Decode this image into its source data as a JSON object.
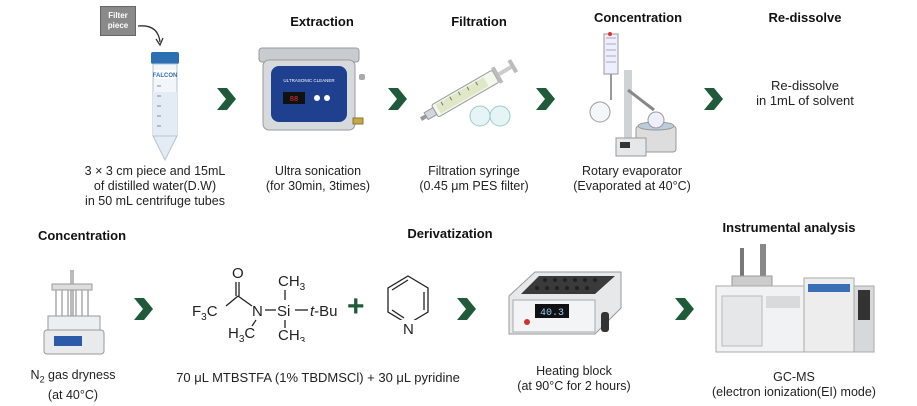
{
  "colors": {
    "arrow": "#1f5a3a",
    "plus": "#1f5a3a",
    "text": "#222222"
  },
  "filter_piece": {
    "label_line1": "Filter",
    "label_line2": "piece"
  },
  "row1": {
    "centrifuge_caption": [
      "3 × 3 cm piece and 15mL",
      "of distilled water(D.W)",
      "in 50 mL centrifuge tubes"
    ],
    "tube_brand": "FALCON",
    "extraction": {
      "title": "Extraction",
      "caption": [
        "Ultra sonication",
        "(for 30min, 3times)"
      ],
      "device_label": "ULTRASONIC CLEANER"
    },
    "filtration": {
      "title": "Filtration",
      "caption": [
        "Filtration syringe",
        "(0.45 μm PES filter)"
      ]
    },
    "concentration": {
      "title": "Concentration",
      "caption": [
        "Rotary evaporator",
        "(Evaporated at 40°C)"
      ]
    },
    "redissolve": {
      "title": "Re-dissolve",
      "caption": [
        "Re-dissolve",
        "in 1mL of solvent"
      ]
    }
  },
  "row2": {
    "concentration": {
      "title": "Concentration",
      "caption_line2": "(at 40°C)",
      "n2_main": "N",
      "n2_sub": "2",
      "n2_rest": " gas dryness"
    },
    "derivatization": {
      "title": "Derivatization",
      "caption": "70 μL MTBSTFA (1% TBDMSCl) + 30 μL pyridine",
      "reagent": {
        "o": "O",
        "f3c": "F",
        "f3c_sub": "3",
        "f3c_c": "C",
        "n": "N",
        "si": "Si",
        "ch3": "CH",
        "ch3_sub": "3",
        "h3c": "H",
        "h3c_sub": "3",
        "h3c_c": "C",
        "tbu_t": "t",
        "tbu": "-Bu"
      },
      "plus": "+",
      "pyridine_n": "N"
    },
    "heating": {
      "caption": [
        "Heating block",
        "(at 90°C for 2 hours)"
      ],
      "display": "40.3"
    },
    "instrumental": {
      "title": "Instrumental analysis",
      "caption": [
        "GC-MS",
        "(electron ionization(EI) mode)"
      ]
    }
  }
}
